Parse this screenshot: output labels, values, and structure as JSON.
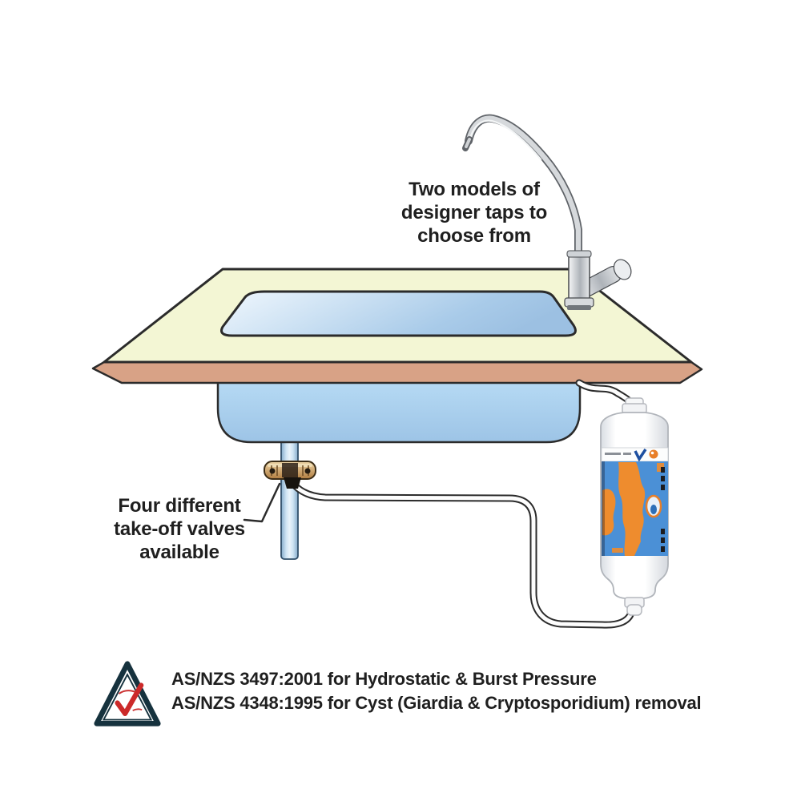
{
  "page": {
    "background": "#ffffff"
  },
  "annotations": {
    "taps": "Two models of\ndesigner taps to\nchoose from",
    "valves": "Four different\ntake-off valves\navailable"
  },
  "certification": {
    "line1": "AS/NZS 3497:2001 for Hydrostatic & Burst Pressure",
    "line2": "AS/NZS 4348:1995 for Cyst (Giardia & Cryptosporidium) removal"
  },
  "illustration": {
    "icons": [
      "designer-tap-icon",
      "sink-countertop-icon",
      "sink-bowl-icon",
      "supply-pipe-icon",
      "takeoff-valve-icon",
      "inline-filter-cartridge-icon",
      "filter-tubing-icon",
      "standards-mark-icon"
    ],
    "colors": {
      "counter_top": "#f3f6d4",
      "counter_edge": "#d8a286",
      "sink_blue": "#aed3f0",
      "pipe_blue": "#bcd8ec",
      "valve_brass": "#c79a5f",
      "filter_label_blue": "#4b90d6",
      "filter_label_orange": "#ee8c2e",
      "outline": "#2b2b2b",
      "text": "#1f1f1f",
      "check_red": "#cc2a2a",
      "badge_navy": "#16323e"
    }
  }
}
